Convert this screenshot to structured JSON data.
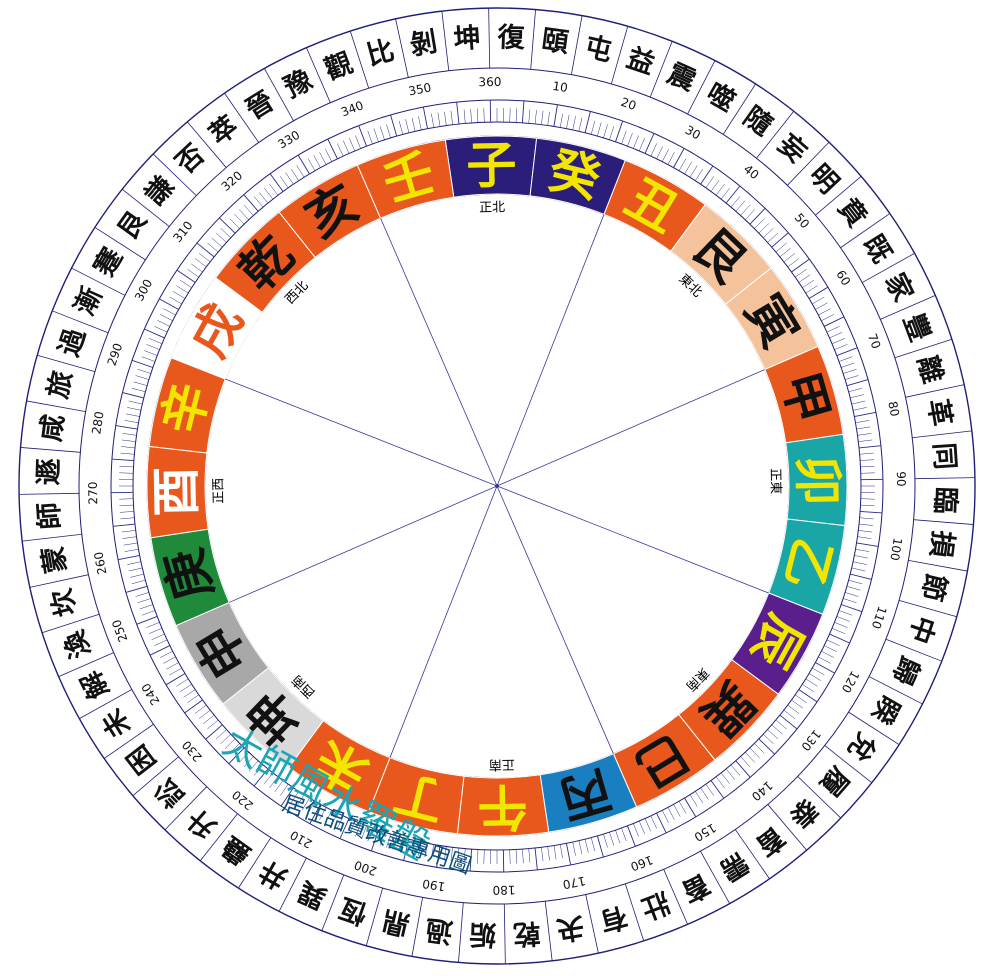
{
  "diagram": {
    "hexagrams": [
      "復",
      "頤",
      "屯",
      "益",
      "震",
      "噬",
      "隨",
      "妄",
      "明",
      "賁",
      "既",
      "家",
      "豐",
      "離",
      "革",
      "同",
      "臨",
      "損",
      "節",
      "中",
      "歸",
      "睽",
      "兌",
      "履",
      "泰",
      "畜",
      "需",
      "畜",
      "壯",
      "有",
      "夬",
      "乾",
      "姤",
      "過",
      "鼎",
      "恆",
      "巽",
      "井",
      "蠱",
      "升",
      "訟",
      "困",
      "未",
      "解",
      "渙",
      "坎",
      "蒙",
      "師",
      "遯",
      "咸",
      "旅",
      "過",
      "漸",
      "蹇",
      "艮",
      "謙",
      "否",
      "萃",
      "晉",
      "豫",
      "觀",
      "比",
      "剝",
      "坤"
    ],
    "degree_labels": [
      "360",
      "10",
      "20",
      "30",
      "40",
      "50",
      "60",
      "70",
      "80",
      "90",
      "100",
      "110",
      "120",
      "130",
      "140",
      "150",
      "160",
      "170",
      "180",
      "190",
      "200",
      "210",
      "220",
      "230",
      "240",
      "250",
      "260",
      "270",
      "280",
      "290",
      "300",
      "310",
      "320",
      "330",
      "340",
      "350"
    ],
    "mountains": [
      {
        "char": "子",
        "bg": "#2b1d7a",
        "fg": "#f2e600"
      },
      {
        "char": "癸",
        "bg": "#2b1d7a",
        "fg": "#f2e600"
      },
      {
        "char": "丑",
        "bg": "#e8571c",
        "fg": "#f2e600"
      },
      {
        "char": "艮",
        "bg": "#f5c39b",
        "fg": "#111111"
      },
      {
        "char": "寅",
        "bg": "#f5c39b",
        "fg": "#111111"
      },
      {
        "char": "甲",
        "bg": "#e8571c",
        "fg": "#111111"
      },
      {
        "char": "卯",
        "bg": "#1aa6a6",
        "fg": "#f2e600"
      },
      {
        "char": "乙",
        "bg": "#1aa6a6",
        "fg": "#f2e600"
      },
      {
        "char": "辰",
        "bg": "#5a1f8c",
        "fg": "#f2e600"
      },
      {
        "char": "巽",
        "bg": "#e8571c",
        "fg": "#111111"
      },
      {
        "char": "巳",
        "bg": "#e8571c",
        "fg": "#111111"
      },
      {
        "char": "丙",
        "bg": "#1a7fc0",
        "fg": "#111111"
      },
      {
        "char": "午",
        "bg": "#e8571c",
        "fg": "#f2e600"
      },
      {
        "char": "丁",
        "bg": "#e8571c",
        "fg": "#f2e600"
      },
      {
        "char": "未",
        "bg": "#e8571c",
        "fg": "#f2e600"
      },
      {
        "char": "坤",
        "bg": "#d9d9d9",
        "fg": "#111111"
      },
      {
        "char": "申",
        "bg": "#a8a8a8",
        "fg": "#111111"
      },
      {
        "char": "庚",
        "bg": "#1e8a3a",
        "fg": "#111111"
      },
      {
        "char": "酉",
        "bg": "#e8571c",
        "fg": "#ffffff"
      },
      {
        "char": "辛",
        "bg": "#e8571c",
        "fg": "#f2e600"
      },
      {
        "char": "戌",
        "bg": "#ffffff",
        "fg": "#e8571c"
      },
      {
        "char": "乾",
        "bg": "#e8571c",
        "fg": "#111111"
      },
      {
        "char": "亥",
        "bg": "#e8571c",
        "fg": "#111111"
      },
      {
        "char": "壬",
        "bg": "#e8571c",
        "fg": "#f2e600"
      }
    ],
    "directions": {
      "north": "正北",
      "northeast": "東北",
      "east": "正東",
      "southeast": "東南",
      "south": "正南",
      "southwest": "西南",
      "west": "正西",
      "northwest": "西北"
    },
    "title_arc_text": "大師風水羅盤",
    "overlay_title": "太師風水羅盤",
    "overlay_subtitle": "居住品質改善專用圖",
    "colors": {
      "ring_line": "#1f1f7a",
      "tick": "#2a2a8a",
      "spoke": "#3a3a9a"
    }
  }
}
